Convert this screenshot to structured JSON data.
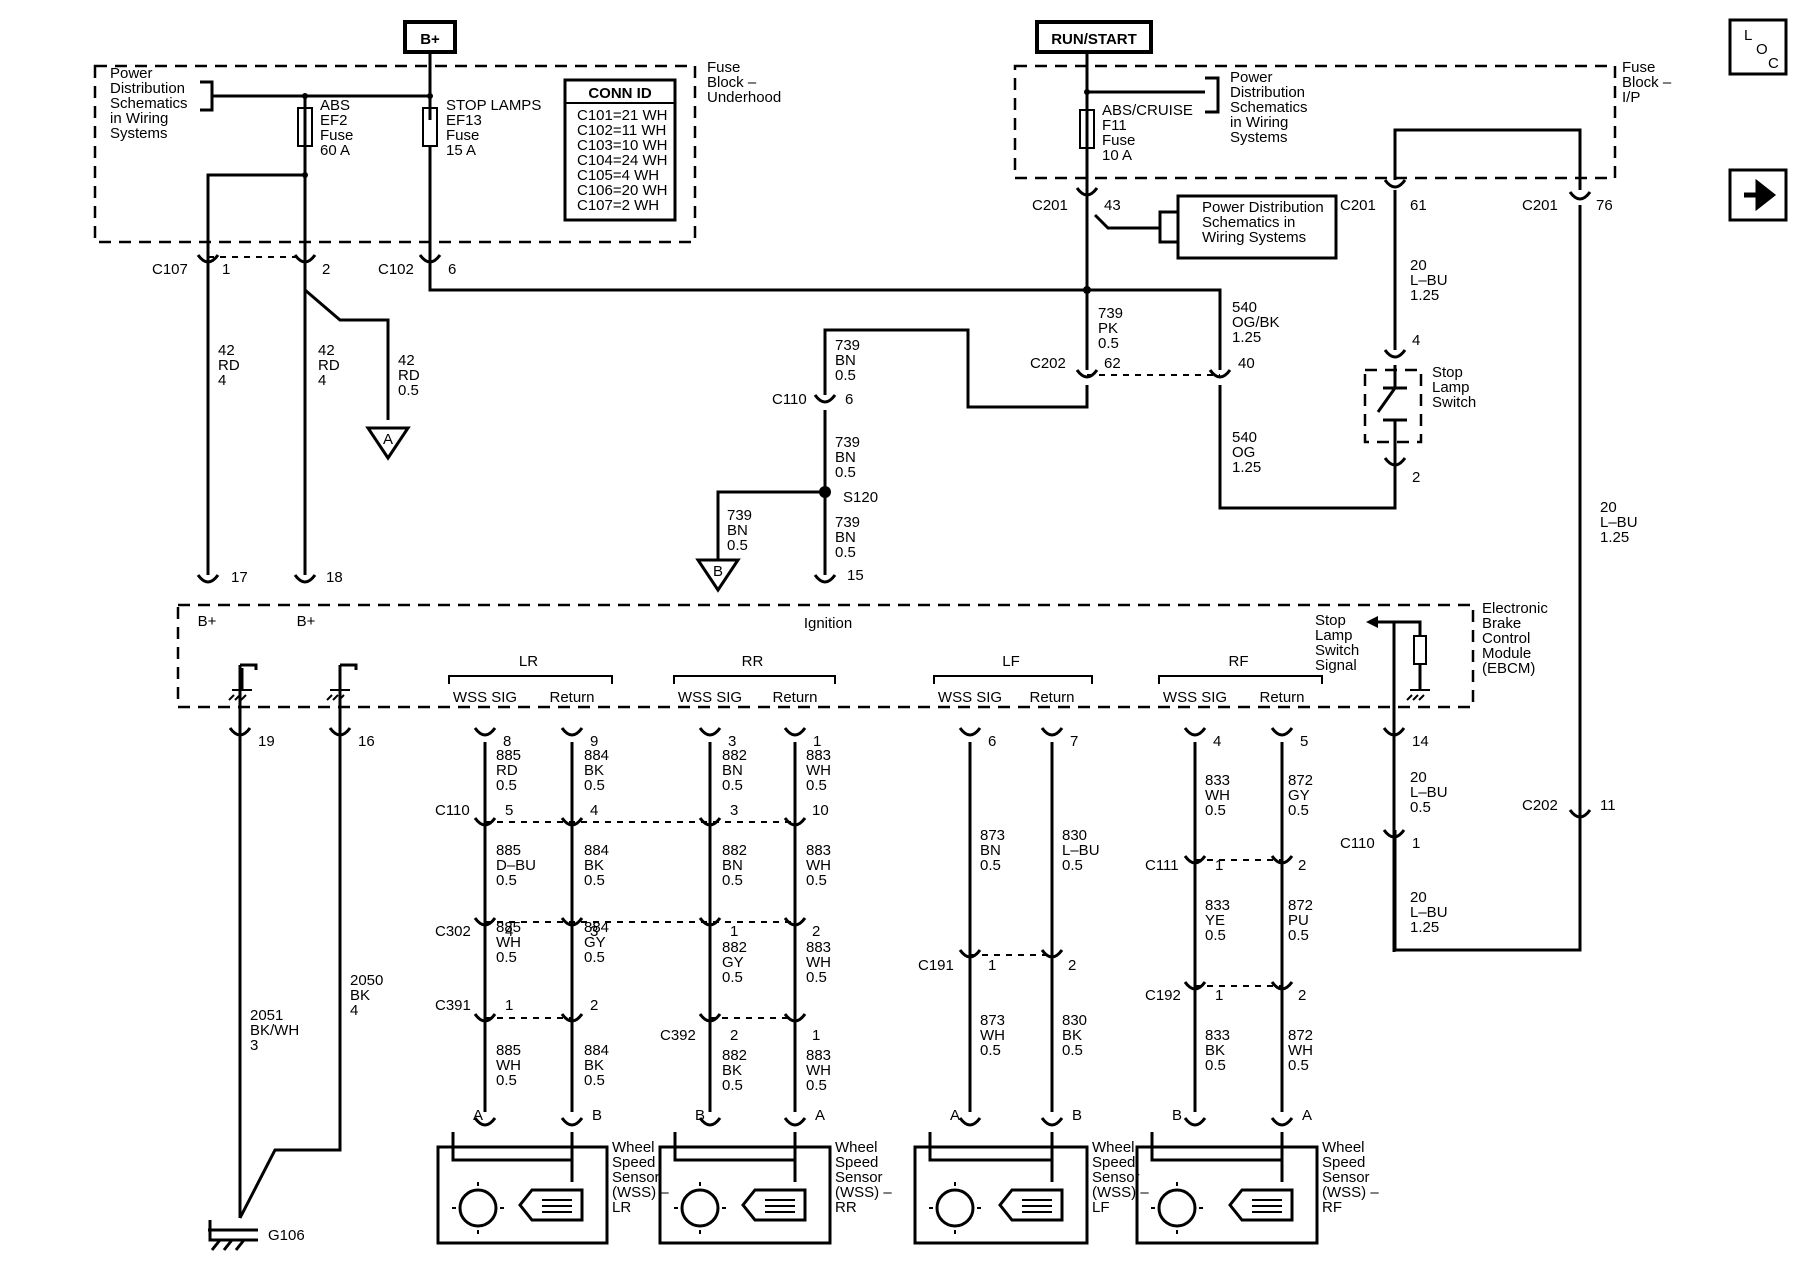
{
  "nav": {
    "loc_icon": "loc-icon",
    "next_icon": "arrow-right-icon"
  },
  "power": {
    "bplus": "B+",
    "runstart": "RUN/START"
  },
  "fuse_block_underhood": {
    "label": [
      "Fuse",
      "Block –",
      "Underhood"
    ],
    "pd_ref": [
      "Power",
      "Distribution",
      "Schematics",
      "in Wiring",
      "Systems"
    ]
  },
  "fuse_abs": [
    "ABS",
    "EF2",
    "Fuse",
    "60 A"
  ],
  "fuse_stop": [
    "STOP LAMPS",
    "EF13",
    "Fuse",
    "15 A"
  ],
  "conn_id": {
    "title": "CONN ID",
    "rows": [
      "C101=21 WH",
      "C102=11 WH",
      "C103=10 WH",
      "C104=24 WH",
      "C105=4 WH",
      "C106=20 WH",
      "C107=2 WH"
    ]
  },
  "fuse_block_ip": {
    "label": [
      "Fuse",
      "Block –",
      "I/P"
    ],
    "pd_ref": [
      "Power",
      "Distribution",
      "Schematics",
      "in Wiring",
      "Systems"
    ]
  },
  "fuse_abs_cruise": [
    "ABS/CRUISE",
    "F11",
    "Fuse",
    "10 A"
  ],
  "pd_box": [
    "Power Distribution",
    "Schematics in",
    "Wiring Systems"
  ],
  "connectors": {
    "c107": "C107",
    "c107_p1": "1",
    "c107_p2": "2",
    "c102": "C102",
    "c102_p": "6",
    "c201a": "C201",
    "c201a_p": "43",
    "c201b": "C201",
    "c201b_p": "61",
    "c201c": "C201",
    "c201c_p": "76",
    "c202a": "C202",
    "c202a_p1": "62",
    "c202a_p2": "40",
    "c110a": "C110",
    "c110a_p": "6",
    "s120": "S120",
    "sls_p4": "4",
    "sls_p2": "2",
    "c202b": "C202",
    "c202b_p": "11",
    "c110b": "C110",
    "c110b_p": "1",
    "c110c": "C110",
    "c110c_pins": [
      "5",
      "4",
      "3",
      "10"
    ],
    "c302": "C302",
    "c302_pins": [
      "4",
      "3",
      "1",
      "2"
    ],
    "c391": "C391",
    "c391_pins": [
      "1",
      "2"
    ],
    "c392": "C392",
    "c392_pins": [
      "2",
      "1"
    ],
    "c191": "C191",
    "c191_pins": [
      "1",
      "2"
    ],
    "c111": "C111",
    "c111_pins": [
      "1",
      "2"
    ],
    "c192": "C192",
    "c192_pins": [
      "1",
      "2"
    ]
  },
  "wires": {
    "w42a": [
      "42",
      "RD",
      "4"
    ],
    "w42b": [
      "42",
      "RD",
      "4"
    ],
    "w42c": [
      "42",
      "RD",
      "0.5"
    ],
    "w739pk": [
      "739",
      "PK",
      "0.5"
    ],
    "w540ogbk": [
      "540",
      "OG/BK",
      "1.25"
    ],
    "w540og": [
      "540",
      "OG",
      "1.25"
    ],
    "w739a": [
      "739",
      "BN",
      "0.5"
    ],
    "w739b": [
      "739",
      "BN",
      "0.5"
    ],
    "w739c": [
      "739",
      "BN",
      "0.5"
    ],
    "w739d": [
      "739",
      "BN",
      "0.5"
    ],
    "w20a": [
      "20",
      "L–BU",
      "1.25"
    ],
    "w20b": [
      "20",
      "L–BU",
      "1.25"
    ],
    "w20c": [
      "20",
      "L–BU",
      "0.5"
    ],
    "w20d": [
      "20",
      "L–BU",
      "1.25"
    ],
    "w2051": [
      "2051",
      "BK/WH",
      "3"
    ],
    "w2050": [
      "2050",
      "BK",
      "4"
    ],
    "lr": [
      [
        "885",
        "RD",
        "0.5"
      ],
      [
        "884",
        "BK",
        "0.5"
      ],
      [
        "885",
        "D–BU",
        "0.5"
      ],
      [
        "884",
        "BK",
        "0.5"
      ],
      [
        "885",
        "WH",
        "0.5"
      ],
      [
        "884",
        "GY",
        "0.5"
      ],
      [
        "885",
        "WH",
        "0.5"
      ],
      [
        "884",
        "BK",
        "0.5"
      ]
    ],
    "rr": [
      [
        "882",
        "BN",
        "0.5"
      ],
      [
        "883",
        "WH",
        "0.5"
      ],
      [
        "882",
        "BN",
        "0.5"
      ],
      [
        "883",
        "WH",
        "0.5"
      ],
      [
        "882",
        "GY",
        "0.5"
      ],
      [
        "883",
        "WH",
        "0.5"
      ],
      [
        "882",
        "BK",
        "0.5"
      ],
      [
        "883",
        "WH",
        "0.5"
      ]
    ],
    "lf": [
      [
        "873",
        "BN",
        "0.5"
      ],
      [
        "830",
        "L–BU",
        "0.5"
      ],
      [
        "873",
        "WH",
        "0.5"
      ],
      [
        "830",
        "BK",
        "0.5"
      ]
    ],
    "rf": [
      [
        "833",
        "WH",
        "0.5"
      ],
      [
        "872",
        "GY",
        "0.5"
      ],
      [
        "833",
        "YE",
        "0.5"
      ],
      [
        "872",
        "PU",
        "0.5"
      ],
      [
        "833",
        "BK",
        "0.5"
      ],
      [
        "872",
        "WH",
        "0.5"
      ]
    ]
  },
  "grounds": {
    "a": "A",
    "b": "B",
    "g106": "G106"
  },
  "sls": [
    "Stop",
    "Lamp",
    "Switch"
  ],
  "ebcm": {
    "label": [
      "Electronic",
      "Brake",
      "Control",
      "Module",
      "(EBCM)"
    ],
    "p17": "17",
    "p18": "18",
    "p15": "15",
    "bplus1": "B+",
    "bplus2": "B+",
    "ignition": "Ignition",
    "sls_signal": [
      "Stop",
      "Lamp",
      "Switch",
      "Signal"
    ],
    "p19": "19",
    "p16": "16",
    "p14": "14",
    "groups": [
      {
        "name": "LR",
        "sig": "WSS SIG",
        "ret": "Return",
        "pins": [
          "8",
          "9"
        ]
      },
      {
        "name": "RR",
        "sig": "WSS SIG",
        "ret": "Return",
        "pins": [
          "3",
          "1"
        ]
      },
      {
        "name": "LF",
        "sig": "WSS SIG",
        "ret": "Return",
        "pins": [
          "6",
          "7"
        ]
      },
      {
        "name": "RF",
        "sig": "WSS SIG",
        "ret": "Return",
        "pins": [
          "4",
          "5"
        ]
      }
    ]
  },
  "sensors": [
    {
      "pins": [
        "A",
        "B"
      ],
      "label": [
        "Wheel",
        "Speed",
        "Sensor",
        "(WSS) –",
        "LR"
      ]
    },
    {
      "pins": [
        "B",
        "A"
      ],
      "label": [
        "Wheel",
        "Speed",
        "Sensor",
        "(WSS) –",
        "RR"
      ]
    },
    {
      "pins": [
        "A",
        "B"
      ],
      "label": [
        "Wheel",
        "Speed",
        "Sensor",
        "(WSS) –",
        "LF"
      ]
    },
    {
      "pins": [
        "B",
        "A"
      ],
      "label": [
        "Wheel",
        "Speed",
        "Sensor",
        "(WSS) –",
        "RF"
      ]
    }
  ]
}
